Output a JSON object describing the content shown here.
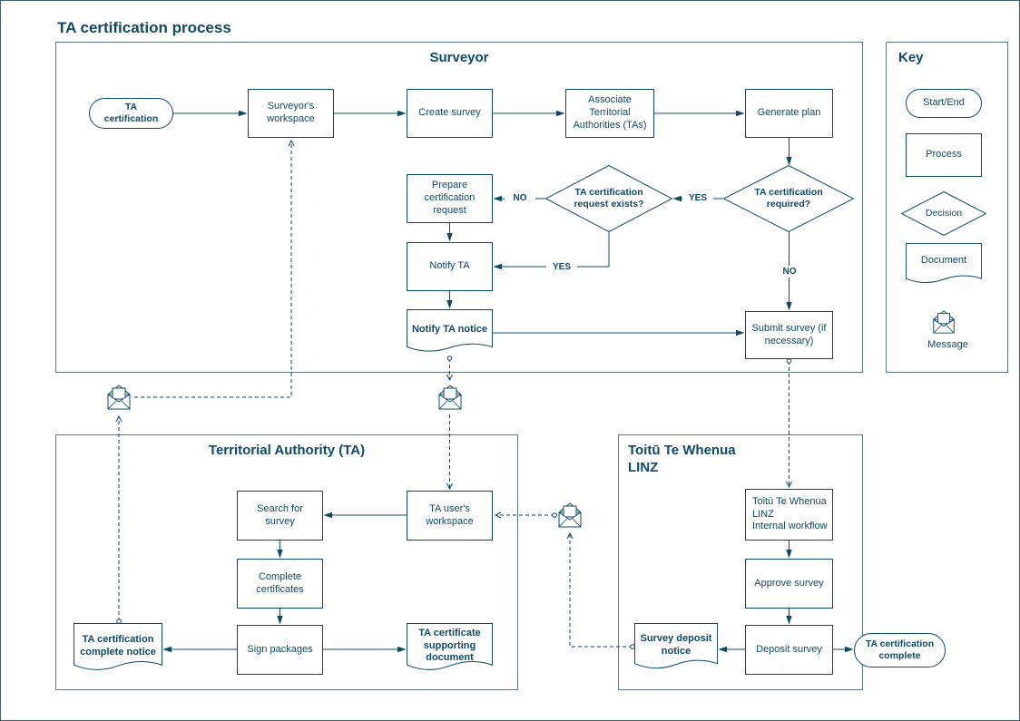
{
  "title": "TA certification process",
  "colors": {
    "ink": "#0e4a63",
    "lane_border": "#5b7687",
    "background": "#ffffff"
  },
  "lanes": {
    "surveyor": "Surveyor",
    "territorial_authority": "Territorial Authority (TA)",
    "linz": "Toitū Te Whenua\nLINZ"
  },
  "nodes": {
    "start": "TA certification",
    "surveyor_workspace": "Surveyor's workspace",
    "create_survey": "Create survey",
    "associate_tas": "Associate Territorial Authorities (TAs)",
    "generate_plan": "Generate plan",
    "cert_required": "TA certification required?",
    "request_exists": "TA certification request exists?",
    "prepare_request": "Prepare certification request",
    "notify_ta": "Notify TA",
    "notify_ta_notice": "Notify TA notice",
    "submit_survey": "Submit survey (if necessary)",
    "ta_user_workspace": "TA user's workspace",
    "search_survey": "Search for survey",
    "complete_certificates": "Complete certificates",
    "sign_packages": "Sign packages",
    "ta_cert_complete_notice": "TA certification complete notice",
    "ta_cert_supporting_doc": "TA certificate supporting document",
    "linz_internal_workflow": "Toitū Te Whenua\nLINZ\nInternal workflow",
    "approve_survey": "Approve survey",
    "deposit_survey": "Deposit survey",
    "survey_deposit_notice": "Survey deposit notice",
    "end": "TA certification complete"
  },
  "edge_labels": {
    "required_yes": "YES",
    "required_no": "NO",
    "exists_yes": "YES",
    "exists_no": "NO"
  },
  "key": {
    "title": "Key",
    "start_end": "Start/End",
    "process": "Process",
    "decision": "Decision",
    "document": "Document",
    "message": "Message"
  }
}
